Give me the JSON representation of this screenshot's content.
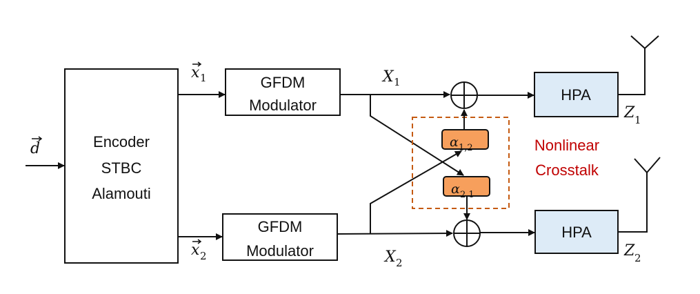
{
  "input": {
    "symbol": "d"
  },
  "encoder": {
    "lines": [
      "Encoder",
      "STBC",
      "Alamouti"
    ]
  },
  "branch1": {
    "input_symbol": "x",
    "input_sub": "1",
    "modulator_lines": [
      "GFDM",
      "Modulator"
    ],
    "output_symbol": "X",
    "output_sub": "1",
    "amp_label": "HPA",
    "out_symbol": "Z",
    "out_sub": "1"
  },
  "branch2": {
    "input_symbol": "x",
    "input_sub": "2",
    "modulator_lines": [
      "GFDM",
      "Modulator"
    ],
    "output_symbol": "X",
    "output_sub": "2",
    "amp_label": "HPA",
    "out_symbol": "Z",
    "out_sub": "2"
  },
  "crosstalk": {
    "coef_12": {
      "symbol": "α",
      "sub": "1,2"
    },
    "coef_21": {
      "symbol": "α",
      "sub": "2,1"
    },
    "label_lines": [
      "Nonlinear",
      "Crosstalk"
    ]
  },
  "colors": {
    "hpa_fill": "#DDEBF7",
    "coef_fill": "#F79F5C",
    "dashed_border": "#C55A11",
    "label_red": "#C00000"
  }
}
